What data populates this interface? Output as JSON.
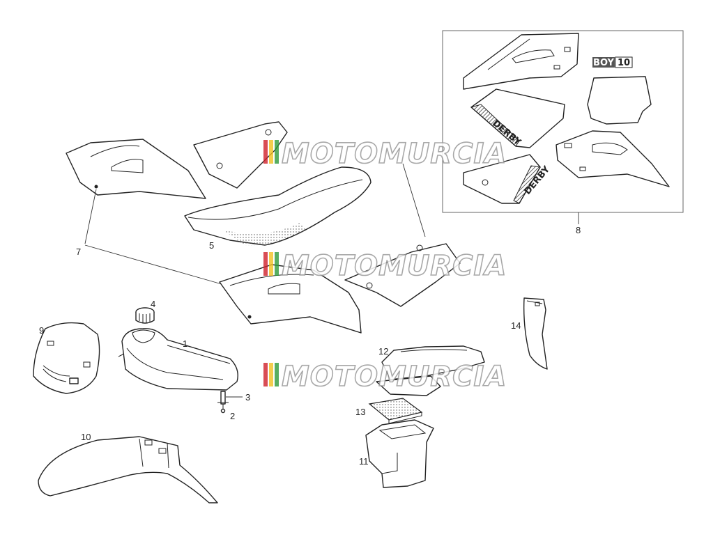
{
  "diagram": {
    "callouts": [
      "1",
      "2",
      "3",
      "4",
      "5",
      "7",
      "8",
      "9",
      "10",
      "11",
      "12",
      "13",
      "14"
    ],
    "watermark": "MOTOMURCIA",
    "decal_badge": {
      "boy": "BOY",
      "num": "10"
    },
    "brand_decal": "DERBY"
  },
  "colors": {
    "stroke": "#222222",
    "watermark_red": "#d0202a",
    "watermark_yellow": "#f0c020",
    "watermark_green": "#2e9a3a"
  }
}
